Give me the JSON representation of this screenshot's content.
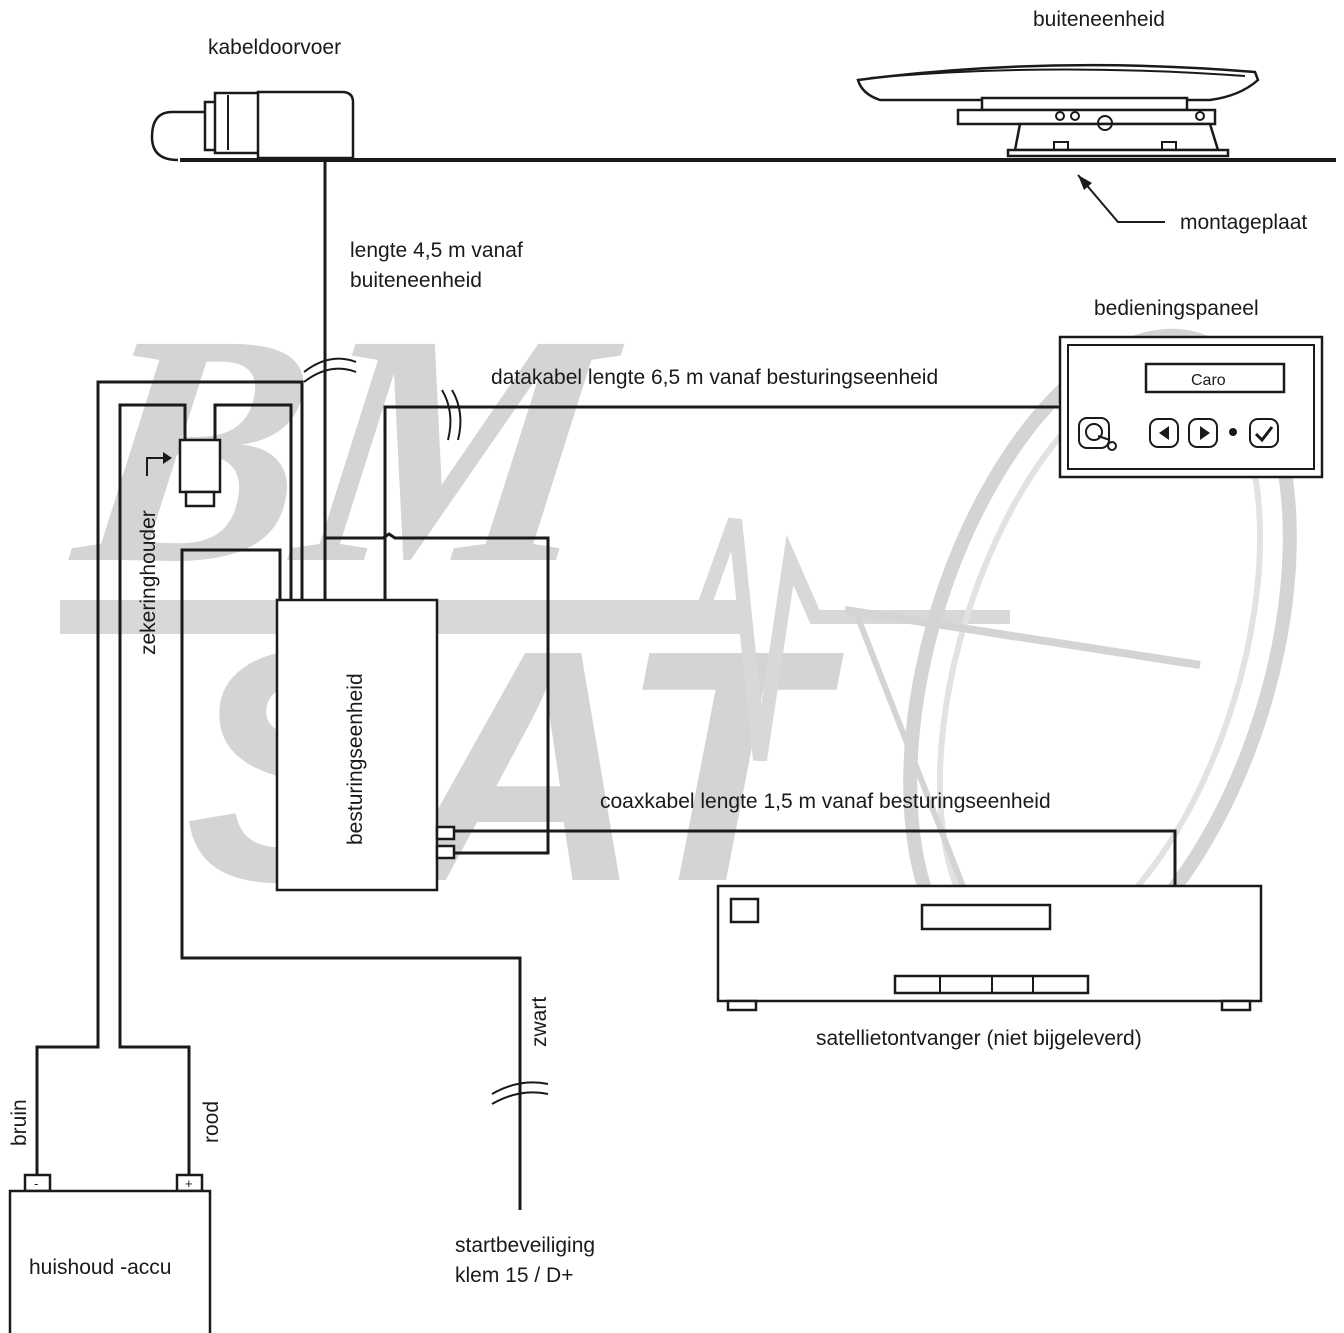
{
  "labels": {
    "cable_gland": "kabeldoorvoer",
    "outdoor_unit": "buiteneenheid",
    "mounting_plate": "montageplaat",
    "length_outdoor_line1": "lengte 4,5 m vanaf",
    "length_outdoor_line2": "buiteneenheid",
    "control_panel": "bedieningspaneel",
    "data_cable": "datakabel lengte 6,5 m vanaf besturingseenheid",
    "panel_display": "Caro",
    "fuse_holder": "zekeringhouder",
    "control_unit": "besturingseenheid",
    "coax_cable": "coaxkabel lengte 1,5 m vanaf besturingseenheid",
    "receiver": "satellietontvanger (niet bijgeleverd)",
    "black_wire": "zwart",
    "brown_wire": "bruin",
    "red_wire": "rood",
    "minus_terminal": "-",
    "plus_terminal": "+",
    "battery": "huishoud -accu",
    "ignition_line1": "startbeveiliging",
    "ignition_line2": "klem 15 / D+"
  },
  "watermark": {
    "line1": "BM",
    "line2": "SAT"
  }
}
